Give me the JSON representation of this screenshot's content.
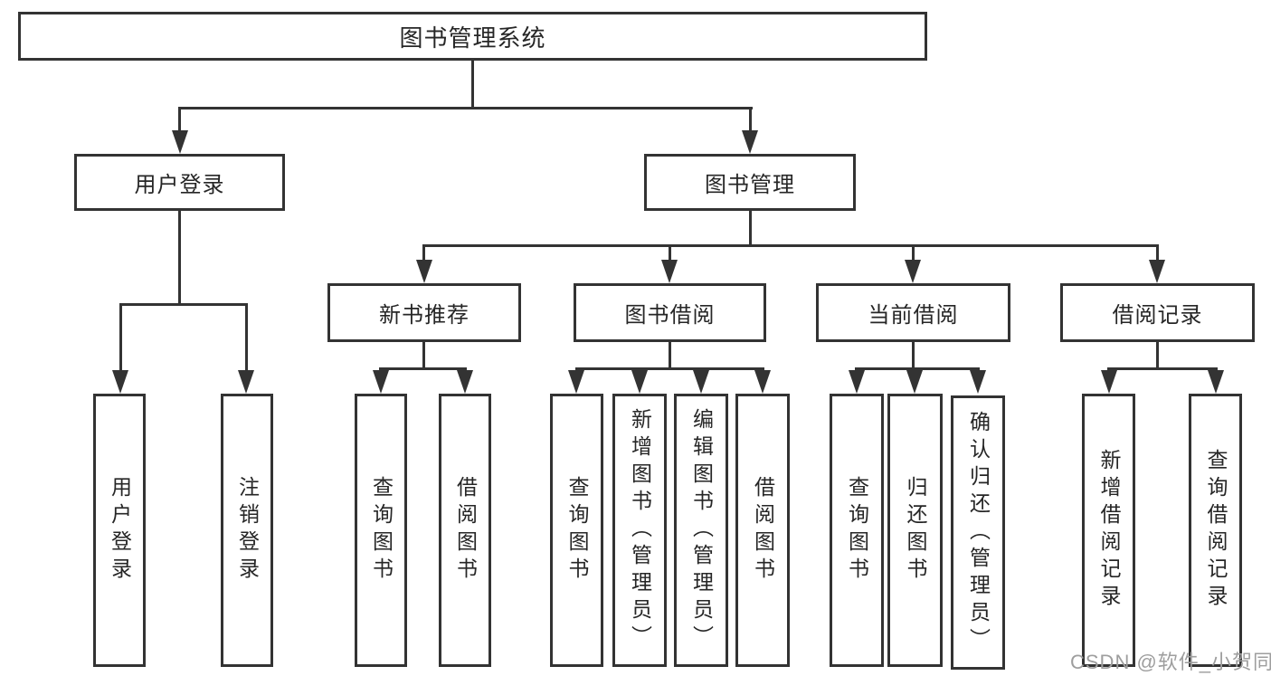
{
  "diagram": {
    "title": "图书管理系统",
    "root": {
      "label": "图书管理系统"
    },
    "branches": [
      {
        "label": "用户登录",
        "children": [
          {
            "label": "用户登录"
          },
          {
            "label": "注销登录"
          }
        ]
      },
      {
        "label": "图书管理",
        "children": [
          {
            "label": "新书推荐",
            "children": [
              {
                "label": "查询图书"
              },
              {
                "label": "借阅图书"
              }
            ]
          },
          {
            "label": "图书借阅",
            "children": [
              {
                "label": "查询图书"
              },
              {
                "label": "新增图书（管理员）"
              },
              {
                "label": "编辑图书（管理员）"
              },
              {
                "label": "借阅图书"
              }
            ]
          },
          {
            "label": "当前借阅",
            "children": [
              {
                "label": "查询图书"
              },
              {
                "label": "归还图书"
              },
              {
                "label": "确认归还（管理员）"
              }
            ]
          },
          {
            "label": "借阅记录",
            "children": [
              {
                "label": "新增借阅记录"
              },
              {
                "label": "查询借阅记录"
              }
            ]
          }
        ]
      }
    ]
  },
  "watermark": {
    "text": "CSDN @软件_小贺同学",
    "color": "#9e9e9e"
  },
  "colors": {
    "line": "#333333",
    "box_border": "#333333",
    "box_fill": "#ffffff",
    "text": "#262626",
    "background": "#ffffff"
  }
}
